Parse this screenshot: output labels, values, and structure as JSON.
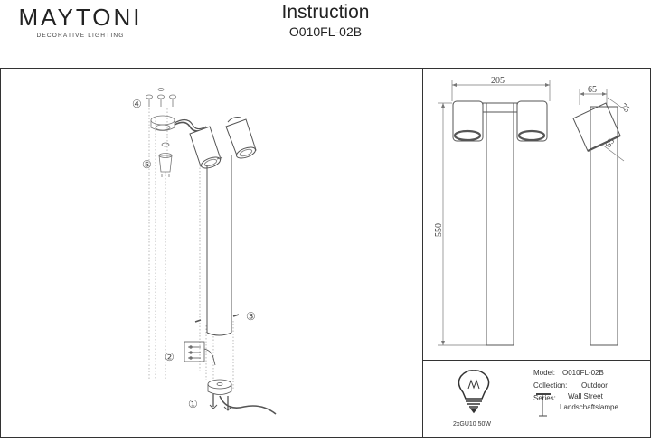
{
  "brand": {
    "name": "MAYTONI",
    "tagline": "DECORATIVE LIGHTING"
  },
  "header": {
    "title": "Instruction",
    "model_code": "O010FL-02B"
  },
  "steps": [
    "④",
    "⑤",
    "③",
    "②",
    "①"
  ],
  "dimensions": {
    "width": "205",
    "height": "550",
    "depth": "65",
    "head_a": "75",
    "head_b": "65"
  },
  "bulb": {
    "spec": "2xGU10 50W"
  },
  "specs": [
    {
      "label": "Model:",
      "value": "O010FL-02B"
    },
    {
      "label": "Collection:",
      "value": "Outdoor"
    },
    {
      "label": "Series:",
      "value": "Wall Street"
    },
    {
      "label": "",
      "value": "Landschaftslampe"
    }
  ]
}
